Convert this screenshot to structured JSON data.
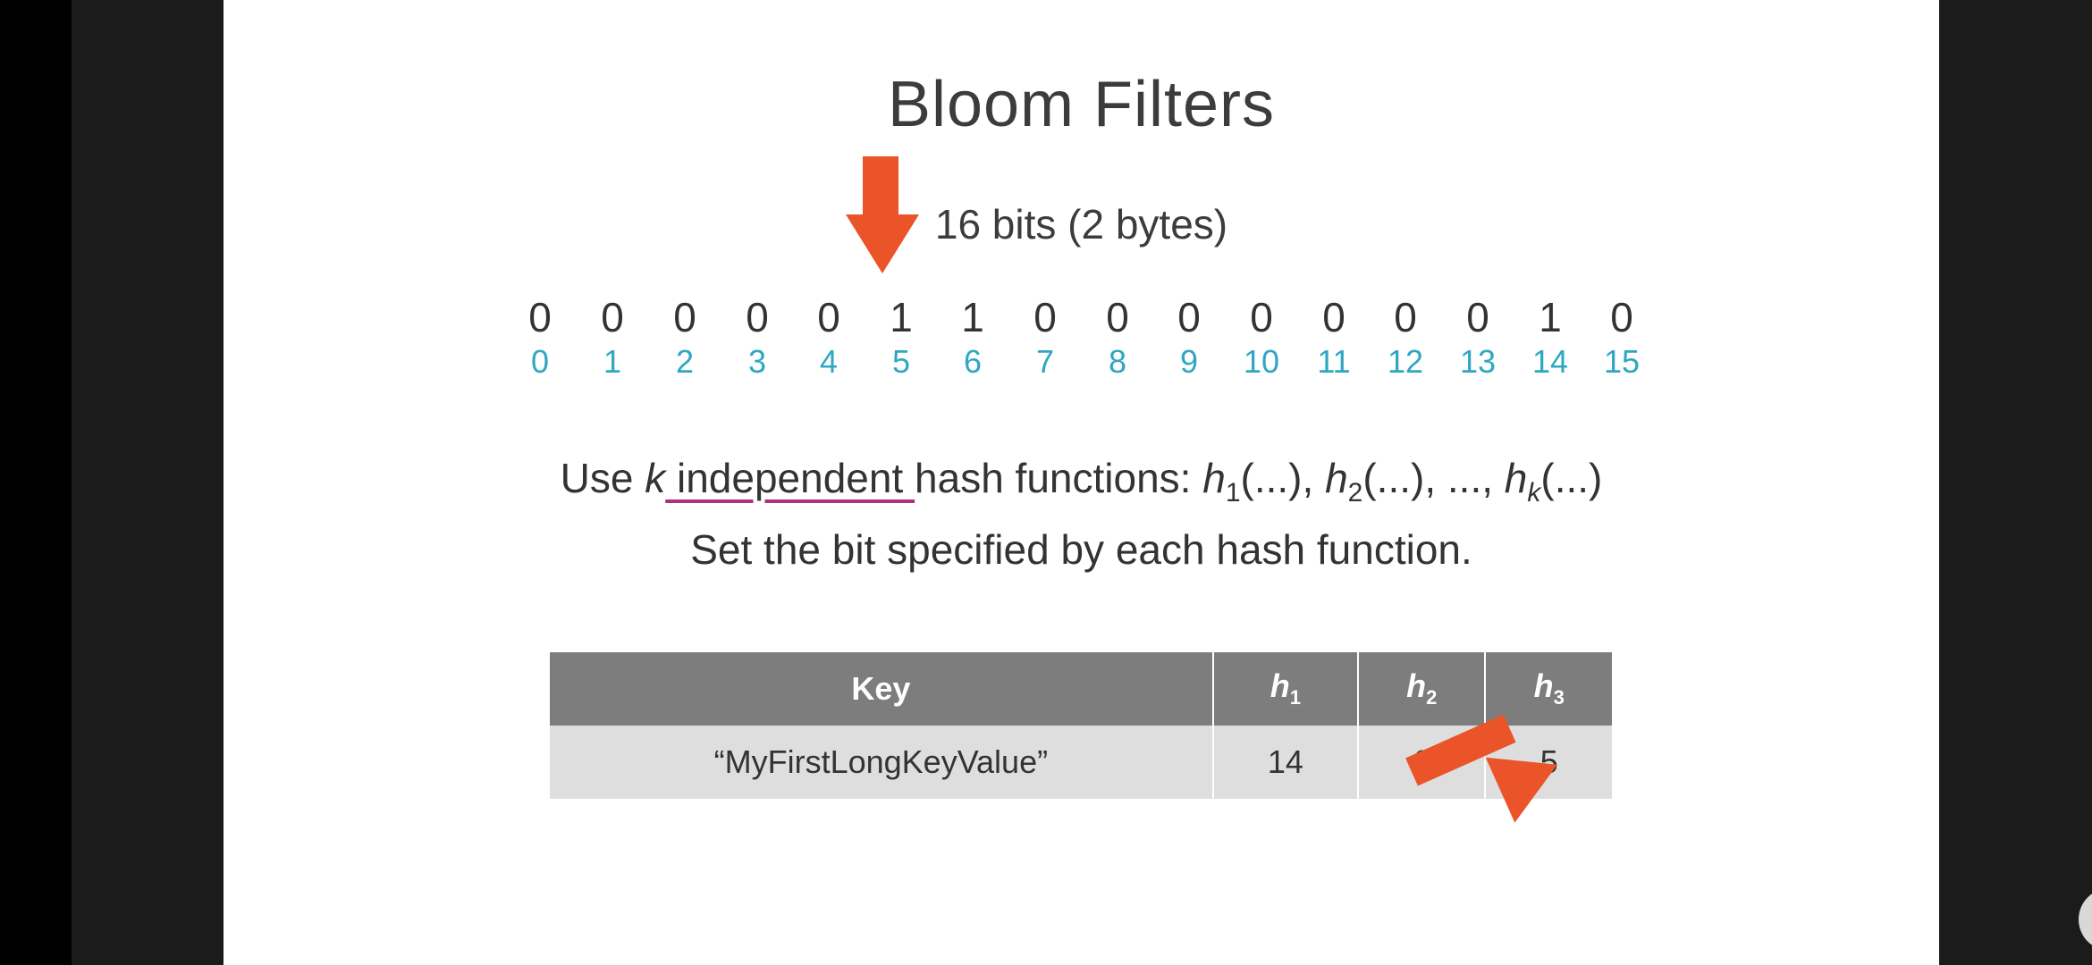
{
  "title": "Bloom Filters",
  "subtitle": "16 bits (2 bytes)",
  "bits": [
    "0",
    "0",
    "0",
    "0",
    "0",
    "1",
    "1",
    "0",
    "0",
    "0",
    "0",
    "0",
    "0",
    "0",
    "1",
    "0"
  ],
  "indices": [
    "0",
    "1",
    "2",
    "3",
    "4",
    "5",
    "6",
    "7",
    "8",
    "9",
    "10",
    "11",
    "12",
    "13",
    "14",
    "15"
  ],
  "hash_line": {
    "use": "Use ",
    "k": "k",
    "independent": " independent ",
    "rest": "hash functions: ",
    "h": "h",
    "sub1": "1",
    "sub2": "2",
    "subk": "k",
    "args": "(...)",
    "sep": ", ",
    "ellipsis": "..., "
  },
  "set_line": "Set the bit specified by each hash function.",
  "table": {
    "header_key": "Key",
    "h": "h",
    "sub1": "1",
    "sub2": "2",
    "sub3": "3",
    "row_key": "“MyFirstLongKeyValue”",
    "h1": "14",
    "h2": "6",
    "h3": "5"
  },
  "colors": {
    "arrow": "#ea5428",
    "index": "#2ea7c3",
    "header_bg": "#7d7d7d",
    "row_bg": "#dedede"
  },
  "icons": {
    "play": "play-icon"
  }
}
